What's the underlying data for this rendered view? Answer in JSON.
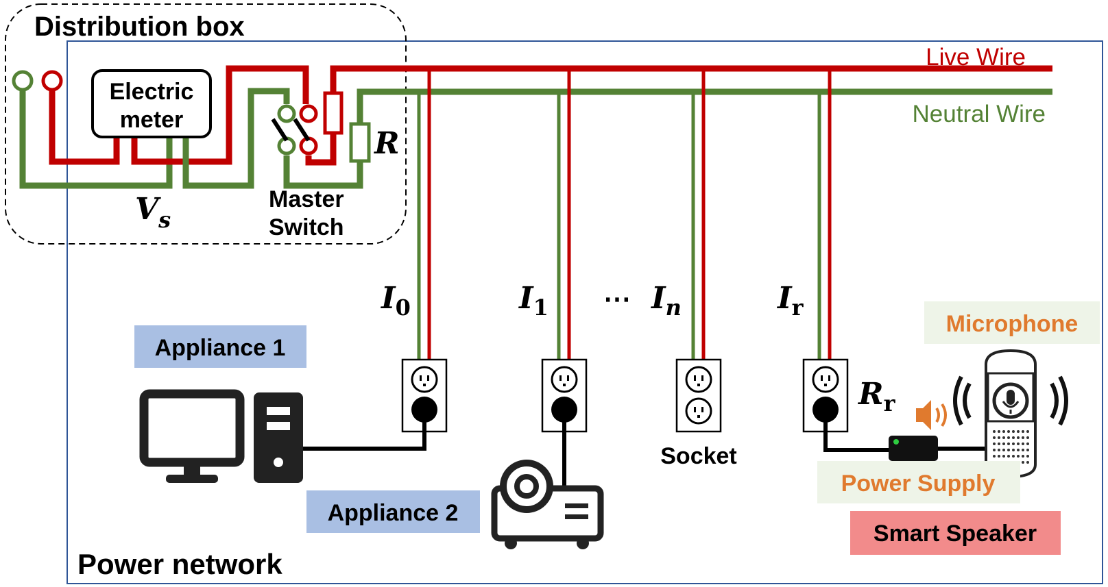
{
  "labels": {
    "distribution_box": "Distribution box",
    "electric_meter_line1": "Electric",
    "electric_meter_line2": "meter",
    "master_switch_line1": "Master",
    "master_switch_line2": "Switch",
    "live_wire": "Live Wire",
    "neutral_wire": "Neutral Wire",
    "power_network": "Power network",
    "appliance1": "Appliance 1",
    "appliance2": "Appliance 2",
    "socket": "Socket",
    "microphone": "Microphone",
    "power_supply": "Power Supply",
    "smart_speaker": "Smart Speaker",
    "ellipsis": "⋯"
  },
  "symbols": {
    "R": "R",
    "Vs_main": "V",
    "Vs_sub": "s",
    "I0_main": "I",
    "I0_sub": "0",
    "I1_main": "I",
    "I1_sub": "1",
    "In_main": "I",
    "In_sub": "n",
    "Ir_main": "I",
    "Ir_sub": "r",
    "Rr_main": "R",
    "Rr_sub": "r"
  },
  "colors": {
    "live": "#c00000",
    "neutral": "#548235",
    "frame": "#2f5597",
    "appliance_bg": "#a9bfe3",
    "smart_speaker_bg": "#f28b8b",
    "accent_orange": "#e07a2e",
    "label_bg_green": "#eef4e8"
  }
}
